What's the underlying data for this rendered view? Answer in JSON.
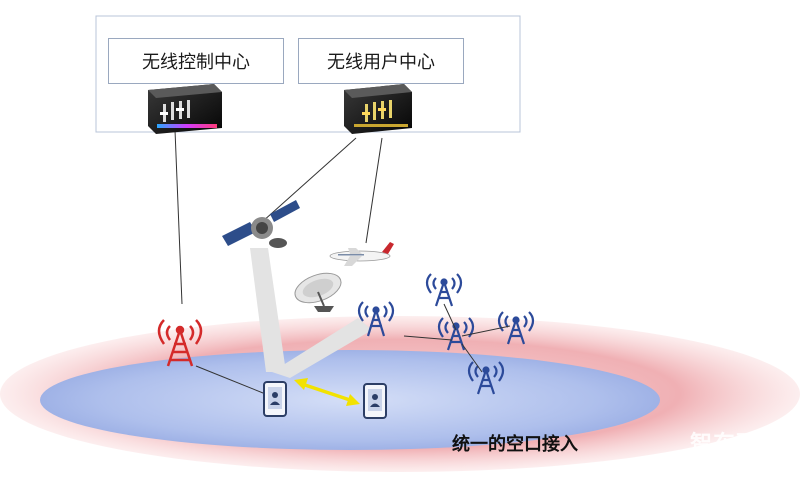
{
  "labels": {
    "control_center": "无线控制中心",
    "user_center": "无线用户中心",
    "caption": "统一的空口接入",
    "watermark": "智东西"
  },
  "colors": {
    "frame": "#b8c4d8",
    "ground_outer": "#f2b4b8",
    "ground_inner": "#b9c8ef",
    "tower_red": "#d42a2a",
    "tower_blue": "#2c4a9a",
    "arrow_yellow": "#f2e200",
    "beam": "#e3e3e3"
  },
  "icons": [
    "server-box-icon",
    "satellite-icon",
    "airplane-icon",
    "satellite-dish-icon",
    "radio-tower-icon",
    "mobile-phone-icon"
  ]
}
